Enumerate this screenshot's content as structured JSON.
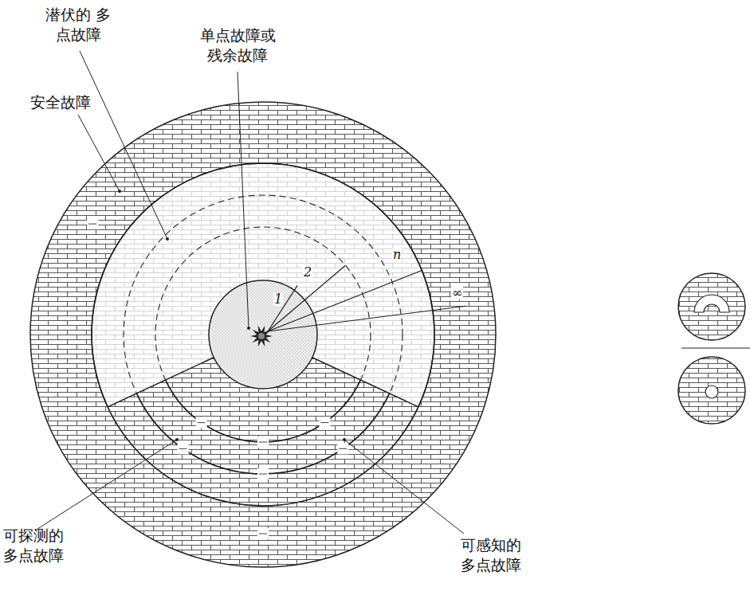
{
  "diagram": {
    "labels": [
      "潜伏的 多点故障",
      "单点故障或 残余故障",
      "安全故障",
      "可探测的 多点故障",
      "可感知的 多点故障",
      "1",
      "2",
      "n",
      "∞"
    ]
  }
}
